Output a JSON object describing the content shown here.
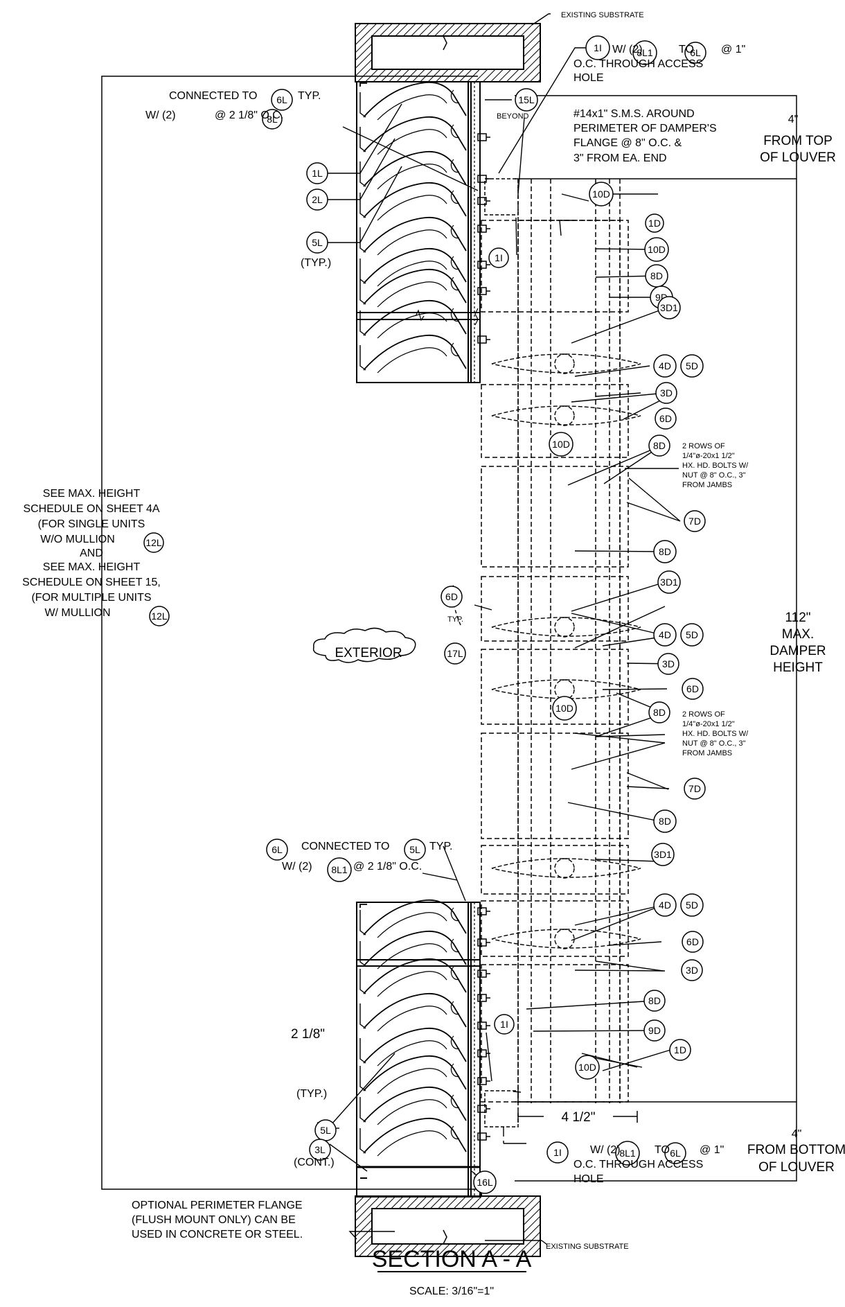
{
  "title": "SECTION A - A",
  "scale": "SCALE: 3/16\"=1\"",
  "substrate": {
    "top_label": "EXISTING SUBSTRATE",
    "bottom_label": "EXISTING SUBSTRATE"
  },
  "notes": {
    "access_top": [
      "W/ (2)",
      "TO",
      "@ 1\"",
      "O.C. THROUGH ACCESS",
      "HOLE"
    ],
    "access_bottom": [
      "W/ (2)",
      "TO",
      "@ 1\"",
      "O.C. THROUGH ACCESS",
      "HOLE"
    ],
    "conn_top": [
      "CONNECTED TO",
      "TYP.",
      "W/ (2)",
      "@ 2 1/8\" O.C."
    ],
    "conn_bottom": [
      "CONNECTED TO",
      "TYP.",
      "W/ (2)",
      "@ 2 1/8\" O.C."
    ],
    "beyond": "BEYOND",
    "sms": [
      "#14x1\" S.M.S. AROUND",
      "PERIMETER OF DAMPER'S",
      "FLANGE @ 8\" O.C. &",
      "3\" FROM EA. END"
    ],
    "bolts": [
      "2 ROWS OF",
      "1/4\"ø-20x1 1/2\"",
      "HX. HD. BOLTS W/",
      "NUT @ 8\" O.C., 3\"",
      "FROM JAMBS"
    ],
    "max_height": [
      "SEE MAX. HEIGHT",
      "SCHEDULE ON SHEET 4A",
      "(FOR SINGLE UNITS",
      "W/O MULLION",
      "AND",
      "SEE MAX. HEIGHT",
      "SCHEDULE ON SHEET 15,",
      "(FOR MULTIPLE UNITS",
      "W/ MULLION"
    ],
    "exterior": "EXTERIOR",
    "flange": [
      "OPTIONAL PERIMETER FLANGE",
      "(FLUSH MOUNT ONLY) CAN BE",
      "USED IN CONCRETE OR STEEL."
    ],
    "typ": "(TYP.)",
    "typ_short": "TYP.",
    "cont": "(CONT.)"
  },
  "dimensions": {
    "top_offset": [
      "4\"",
      "FROM TOP",
      "OF LOUVER"
    ],
    "bottom_offset": [
      "4\"",
      "FROM BOTTOM",
      "OF LOUVER"
    ],
    "damper_height": [
      "112\"",
      "MAX.",
      "DAMPER",
      "HEIGHT"
    ],
    "blade_pitch": "2 1/8\"",
    "offset": "4 1/2\""
  },
  "tags": {
    "t1I": "1I",
    "t8L1": "8L1",
    "t6L": "6L",
    "t5L": "5L",
    "t8L": "8L",
    "t15L": "15L",
    "t1L": "1L",
    "t2L": "2L",
    "t10D": "10D",
    "t1D": "1D",
    "t8D": "8D",
    "t9D": "9D",
    "t3D1": "3D1",
    "t4D": "4D",
    "t5D": "5D",
    "t3D": "3D",
    "t6D": "6D",
    "t7D": "7D",
    "t12L": "12L",
    "t17L": "17L",
    "t3L": "3L",
    "t16L": "16L"
  }
}
